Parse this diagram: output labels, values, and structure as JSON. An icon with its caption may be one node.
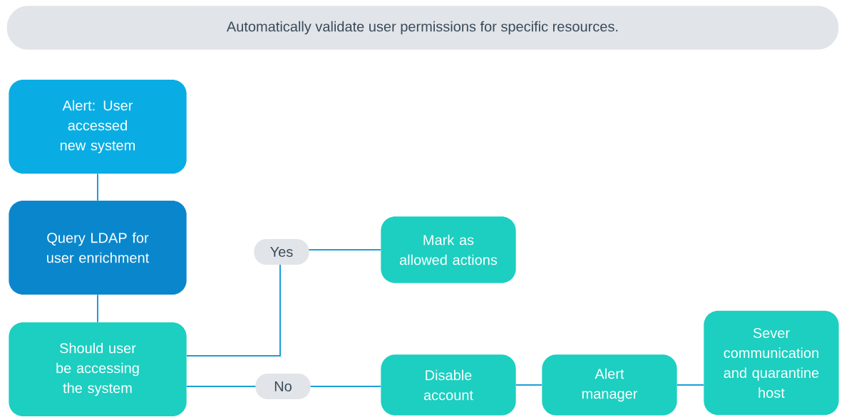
{
  "diagram": {
    "title": "Automatically validate user permissions for specific resources.",
    "nodes": [
      {
        "text": [
          "Alert: User accessed new system"
        ]
      },
      {
        "text": [
          "Query LDAP for user enrichment"
        ]
      },
      {
        "text": [
          "Should user be accessing the system"
        ]
      },
      {
        "text": [
          "Mark as allowed actions"
        ]
      },
      {
        "text": [
          "Disable account"
        ]
      },
      {
        "text": [
          "Alert manager"
        ]
      },
      {
        "text": [
          "Sever communication and quarantine host"
        ]
      }
    ],
    "edges": [
      {
        "from": 0,
        "to": 1,
        "arrow": "none"
      },
      {
        "from": 1,
        "to": 2,
        "arrow": "none"
      },
      {
        "from": 2,
        "to": 3,
        "arrow": "none",
        "label": "Yes"
      },
      {
        "from": 2,
        "to": 4,
        "arrow": "none",
        "label": "No"
      },
      {
        "from": 4,
        "to": 5,
        "arrow": "none"
      },
      {
        "from": 5,
        "to": 6,
        "arrow": "none"
      }
    ]
  }
}
